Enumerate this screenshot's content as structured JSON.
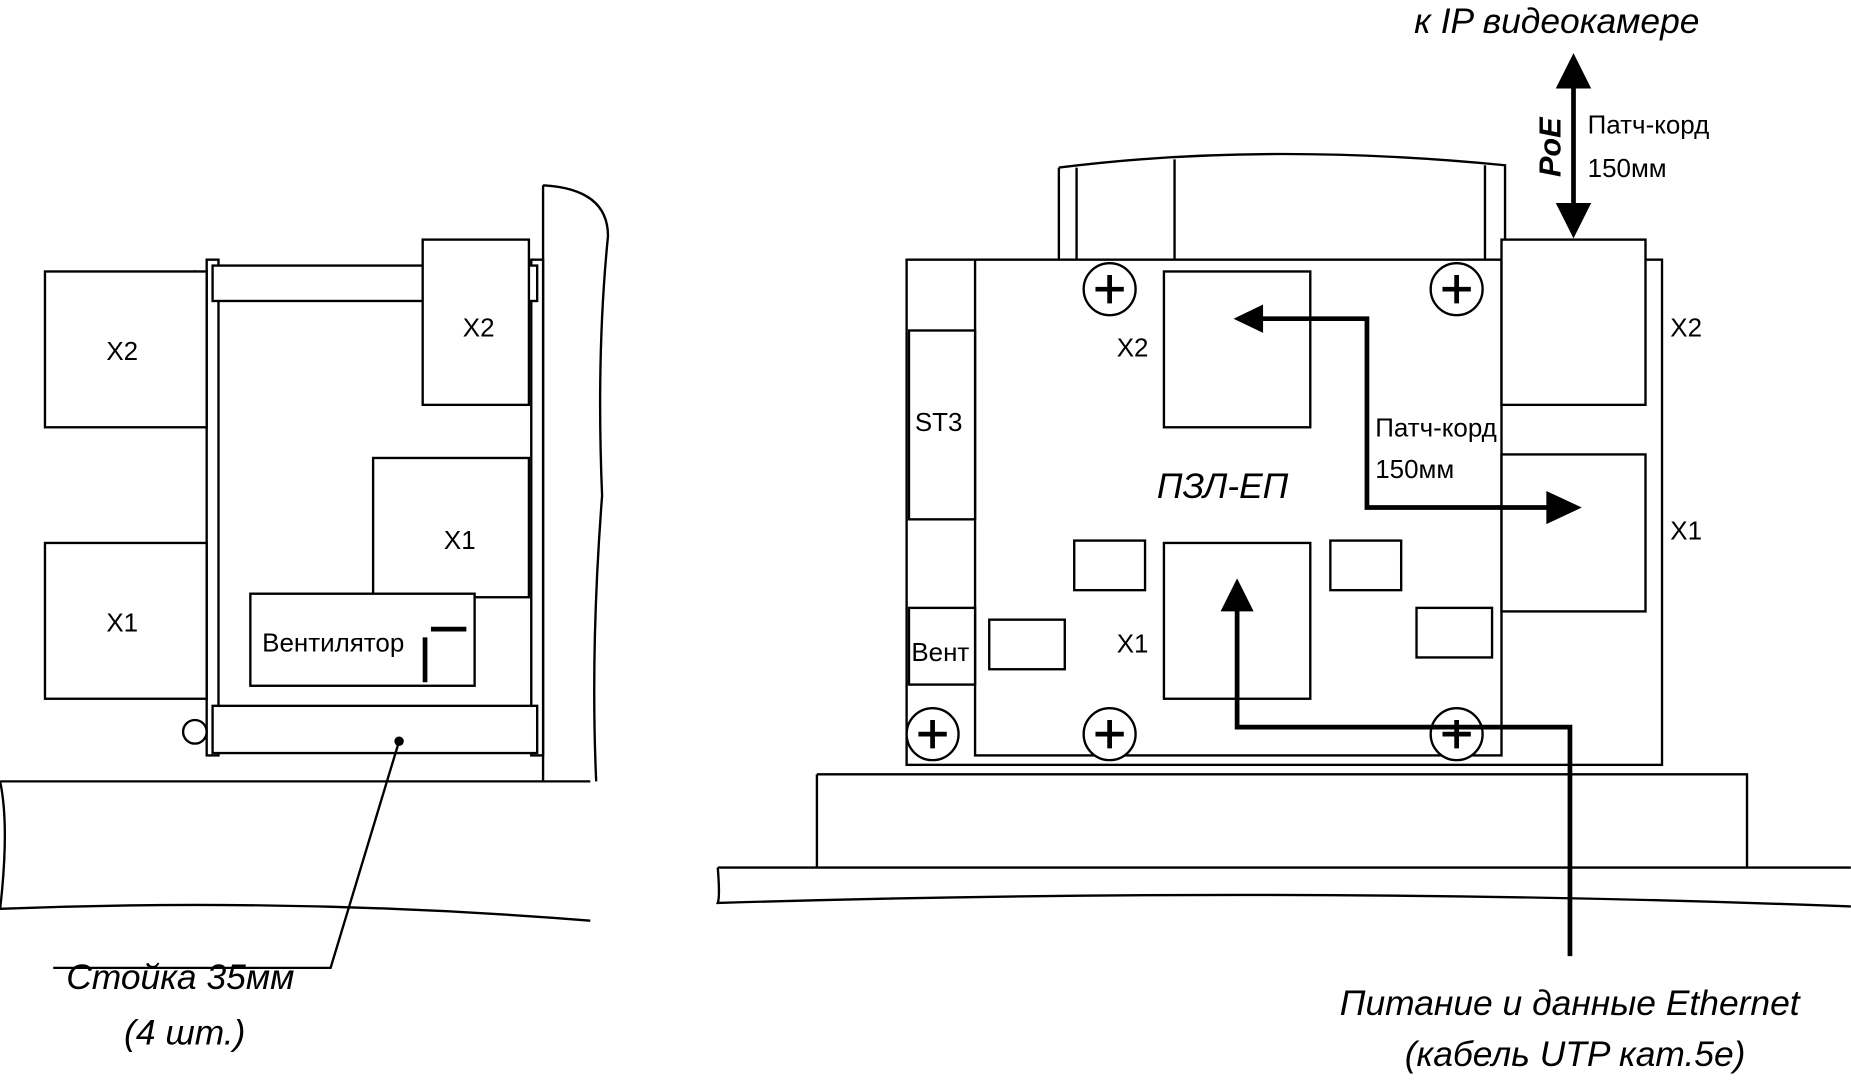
{
  "left_view": {
    "x2_outer": "X2",
    "x1_outer": "X1",
    "x2_inner": "X2",
    "x1_inner": "X1",
    "fan": "Вентилятор",
    "standoff_caption": "Стойка 35мм",
    "standoff_count": "(4 шт.)"
  },
  "right_view": {
    "camera_label": "к IP видеокамере",
    "poe": "PoE",
    "patch_top_1": "Патч-корд",
    "patch_top_2": "150мм",
    "patch_mid_1": "Патч-корд",
    "patch_mid_2": "150мм",
    "board_name": "ПЗЛ-ЕП",
    "x2_board": "X2",
    "x1_board": "X1",
    "x2_side": "X2",
    "x1_side": "X1",
    "st3": "ST3",
    "fan_short": "Вент",
    "power_caption": "Питание и данные Ethernet",
    "cable_caption": "(кабель UTP кат.5е)"
  }
}
